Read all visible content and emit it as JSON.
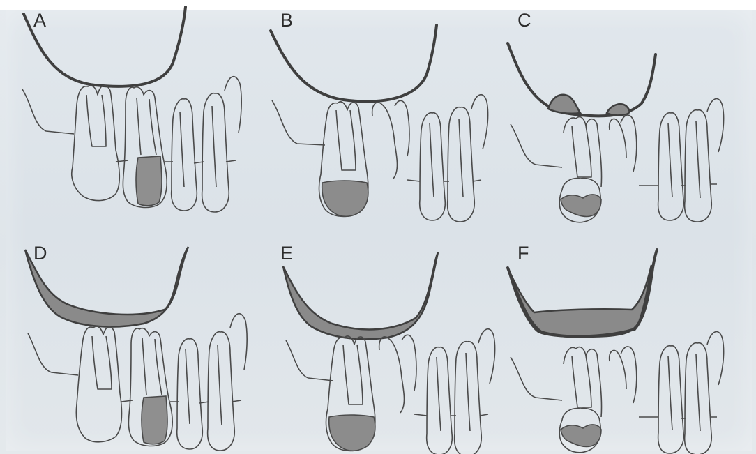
{
  "panels": [
    {
      "label": "A"
    },
    {
      "label": "B"
    },
    {
      "label": "C"
    },
    {
      "label": "D"
    },
    {
      "label": "E"
    },
    {
      "label": "F"
    }
  ],
  "colors": {
    "background": "#dfe5ea",
    "line": "#3f3f3f",
    "graft_fill": "#8a8a8a"
  }
}
